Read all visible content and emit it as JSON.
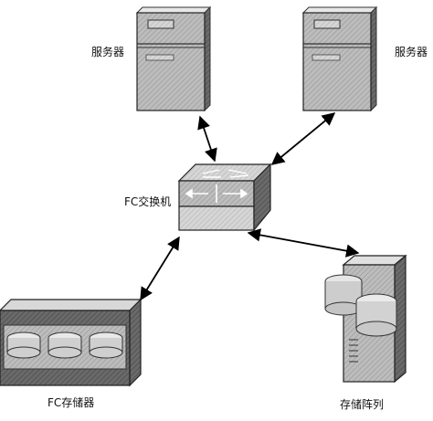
{
  "nodes": {
    "server_left": {
      "label": "服务器"
    },
    "server_right": {
      "label": "服务器"
    },
    "fc_switch": {
      "label": "FC交换机"
    },
    "fc_storage": {
      "label": "FC存储器"
    },
    "storage_array": {
      "label": "存储阵列"
    }
  },
  "colors": {
    "device_fill": "#b8b8b8",
    "device_dark": "#6f6f6f",
    "device_light": "#e4e4e4",
    "line": "#000000"
  }
}
